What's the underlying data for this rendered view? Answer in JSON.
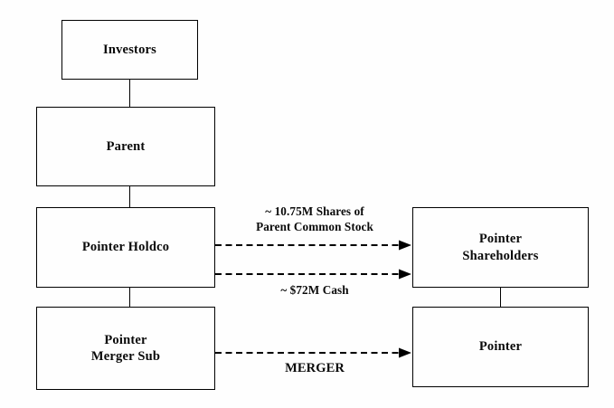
{
  "diagram": {
    "type": "corporate-merger-structure",
    "background_color": "#fefefe",
    "line_color": "#000000",
    "text_color": "#0a0a0a",
    "nodes": [
      {
        "id": "investors",
        "label": "Investors"
      },
      {
        "id": "parent",
        "label": "Parent"
      },
      {
        "id": "pointer-holdco",
        "label": "Pointer Holdco"
      },
      {
        "id": "pointer-merger-sub",
        "label": "Pointer\nMerger Sub"
      },
      {
        "id": "pointer-shareholders",
        "label": "Pointer\nShareholders"
      },
      {
        "id": "pointer",
        "label": "Pointer"
      }
    ],
    "edge_labels": {
      "shares": "~ 10.75M Shares of\nParent Common Stock",
      "cash": "~ $72M Cash",
      "merger": "MERGER"
    }
  }
}
